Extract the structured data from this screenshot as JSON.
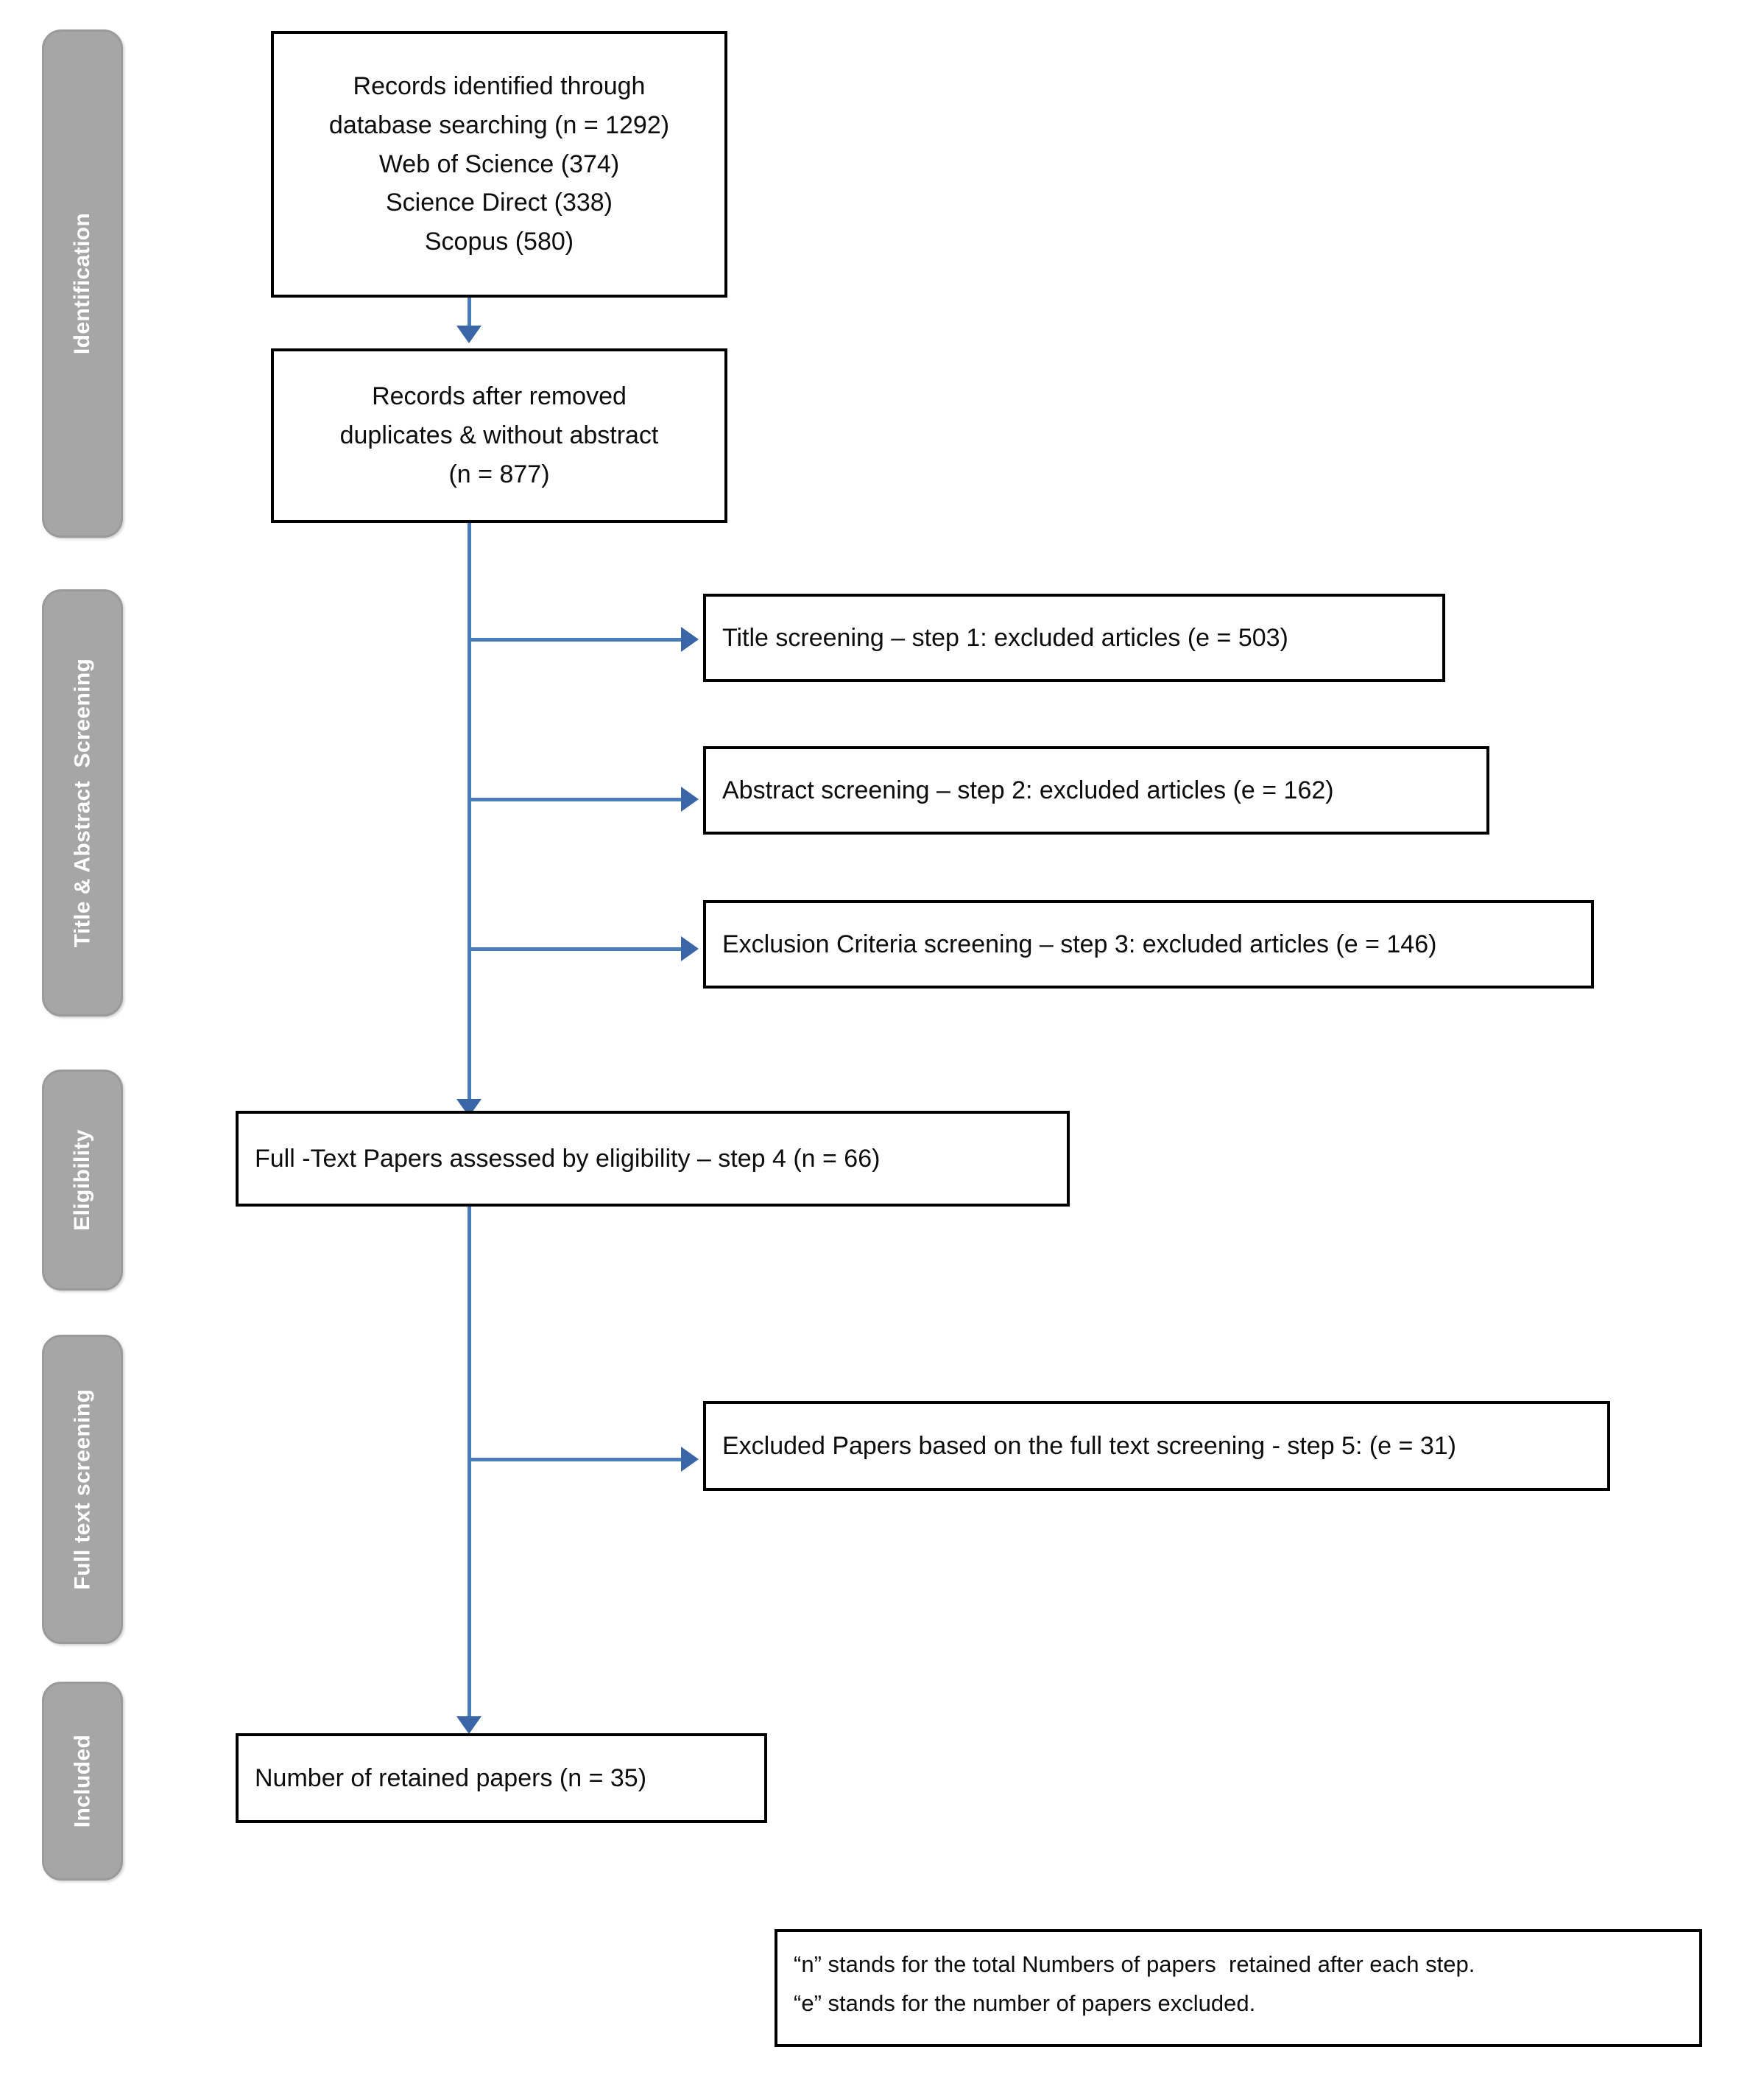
{
  "diagram": {
    "title": "PRISMA study selection flow diagram",
    "accent_color": "#4a7ebb",
    "stage_bar_color": "#a6a6a6",
    "box_border_color": "#000000"
  },
  "stages": [
    {
      "label": "Identification"
    },
    {
      "label": "Title & Abstract  Screening"
    },
    {
      "label": "Eligibility"
    },
    {
      "label": "Full text screening"
    },
    {
      "label": "Included"
    }
  ],
  "nodes": {
    "identified": {
      "text": "Records identified through\ndatabase searching (n = 1292)\nWeb of Science (374)\nScience Direct (338)\nScopus (580)"
    },
    "after_duplicates": {
      "text": "Records after removed\nduplicates & without abstract\n(n = 877)"
    },
    "excluded_step1": {
      "text": "Title screening – step 1: excluded articles (e = 503)"
    },
    "excluded_step2": {
      "text": "Abstract screening – step 2: excluded articles (e = 162)"
    },
    "excluded_step3": {
      "text": "Exclusion Criteria screening – step 3: excluded articles (e = 146)"
    },
    "eligibility": {
      "text": "Full -Text Papers assessed by eligibility – step 4 (n = 66)"
    },
    "excluded_step5": {
      "text": "Excluded Papers based on the full text screening - step 5: (e = 31)"
    },
    "retained": {
      "text": "Number of retained papers (n = 35)"
    }
  },
  "legend": {
    "line1": "“n” stands for the total Numbers of papers  retained after each step.",
    "line2": "“e” stands for the number of papers excluded."
  },
  "chart_data": {
    "type": "flow",
    "title": "PRISMA study selection flow diagram",
    "stages": [
      "Identification",
      "Title & Abstract  Screening",
      "Eligibility",
      "Full text screening",
      "Included"
    ],
    "steps": [
      {
        "step": 0,
        "stage": "Identification",
        "label": "Records identified through database searching",
        "key": "n",
        "value": 1292,
        "breakdown": [
          {
            "source": "Web of Science",
            "value": 374
          },
          {
            "source": "Science Direct",
            "value": 338
          },
          {
            "source": "Scopus",
            "value": 580
          }
        ]
      },
      {
        "step": 0,
        "stage": "Identification",
        "label": "Records after removed duplicates & without abstract",
        "key": "n",
        "value": 877
      },
      {
        "step": 1,
        "stage": "Title & Abstract  Screening",
        "label": "Title screening – step 1: excluded articles",
        "key": "e",
        "value": 503
      },
      {
        "step": 2,
        "stage": "Title & Abstract  Screening",
        "label": "Abstract screening – step 2: excluded articles",
        "key": "e",
        "value": 162
      },
      {
        "step": 3,
        "stage": "Title & Abstract  Screening",
        "label": "Exclusion Criteria screening – step 3: excluded articles",
        "key": "e",
        "value": 146
      },
      {
        "step": 4,
        "stage": "Eligibility",
        "label": "Full -Text Papers assessed by eligibility – step 4",
        "key": "n",
        "value": 66
      },
      {
        "step": 5,
        "stage": "Full text screening",
        "label": "Excluded Papers based on the full text screening - step 5",
        "key": "e",
        "value": 31
      },
      {
        "step": 6,
        "stage": "Included",
        "label": "Number of retained papers",
        "key": "n",
        "value": 35
      }
    ],
    "notes": [
      "“n” stands for the total Numbers of papers  retained after each step.",
      "“e” stands for the number of papers excluded."
    ]
  }
}
